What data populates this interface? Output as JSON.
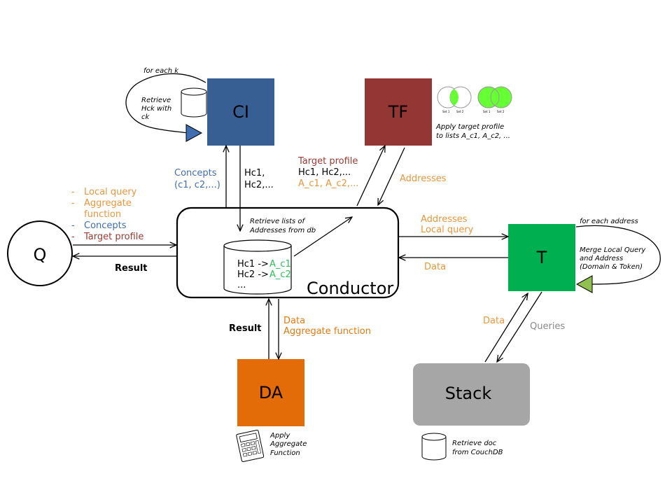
{
  "nodes": {
    "q": "Q",
    "ci": "CI",
    "tf": "TF",
    "t": "T",
    "da": "DA",
    "stack": "Stack",
    "conductor": "Conductor"
  },
  "colors": {
    "ci": "#375f93",
    "tf": "#943634",
    "t": "#00b050",
    "da": "#e36c09",
    "stack": "#a6a6a6",
    "venn_green": "#66ff33"
  },
  "ci_loop": {
    "title": "for each k",
    "text": [
      "Retrieve",
      "Hck with",
      "ck"
    ]
  },
  "ci_edges": {
    "concepts_title": "Concepts",
    "concepts_values": "(c1, c2,...)",
    "hc_line1": "Hc1,",
    "hc_line2": "Hc2,..."
  },
  "tf_edges": {
    "target_profile": "Target profile",
    "hc": "Hc1, Hc2,...",
    "ac": "A_c1, A_c2,...",
    "addresses": "Addresses"
  },
  "tf_note": {
    "line1": "Apply target profile",
    "line2": "to lists A_c1, A_c2, ...",
    "venn_label1": "Set 1",
    "venn_label2": "Set 2"
  },
  "q_edges": {
    "items": [
      {
        "dash": "-",
        "text": "Local query",
        "color": "orange"
      },
      {
        "dash": "-",
        "text": "Aggregate",
        "color": "orange"
      },
      {
        "dash": "",
        "text": "function",
        "color": "orange"
      },
      {
        "dash": "-",
        "text": "Concepts",
        "color": "blue"
      },
      {
        "dash": "-",
        "text": "Target profile",
        "color": "red"
      }
    ],
    "result": "Result"
  },
  "conductor_inner": {
    "retrieve1": "Retrieve lists of",
    "retrieve2": "Addresses from db",
    "row1_left": "Hc1 -> ",
    "row1_right": "A_c1",
    "row2_left": "Hc2 -> ",
    "row2_right": "A_c2",
    "row3": "..."
  },
  "t_edges": {
    "addresses": "Addresses",
    "local_query": "Local query",
    "data": "Data"
  },
  "t_loop": {
    "title": "for each address",
    "line1": "Merge Local Query",
    "line2": "and Address",
    "line3": "(Domain & Token)"
  },
  "stack_edges": {
    "data": "Data",
    "queries": "Queries"
  },
  "stack_note": {
    "line1": "Retrieve doc",
    "line2": "from CouchDB"
  },
  "da_edges": {
    "result": "Result",
    "data": "Data",
    "aggregate": "Aggregate function"
  },
  "da_note": {
    "line1": "Apply",
    "line2": "Aggregate",
    "line3": "Function"
  }
}
